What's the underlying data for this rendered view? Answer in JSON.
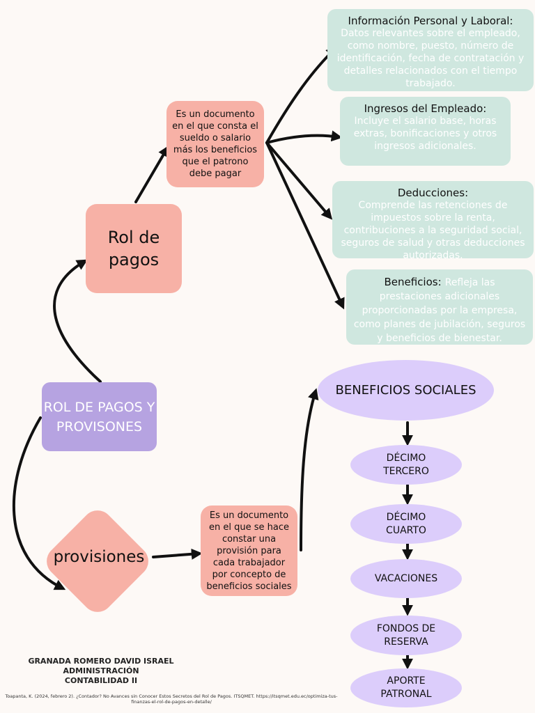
{
  "main": {
    "label": "ROL DE PAGOS Y PROVISONES"
  },
  "rol": {
    "label": "Rol de pagos",
    "definition": "Es un documento en el que consta el sueldo o salario más los beneficios que el patrono debe pagar"
  },
  "components": [
    {
      "title": "Información Personal y Laboral:",
      "text": "Datos relevantes sobre el empleado, como nombre, puesto, número de identificación, fecha de contratación y detalles relacionados con el tiempo trabajado."
    },
    {
      "title": "Ingresos del Empleado:",
      "text": "Incluye el salario base, horas extras, bonificaciones y otros ingresos adicionales."
    },
    {
      "title": "Deducciones:",
      "text": "Comprende las retenciones de impuestos sobre la renta, contribuciones a la seguridad social, seguros de salud y otras deducciones autorizadas."
    },
    {
      "title": "Beneficios:",
      "text": "Refleja las prestaciones adicionales proporcionadas por la empresa, como planes de jubilación, seguros y beneficios de bienestar."
    }
  ],
  "provisiones": {
    "label": "provisiones",
    "definition": "Es un documento en el que se hace constar una provisión para cada trabajador por concepto de beneficios sociales"
  },
  "beneficios_sociales": {
    "title": "BENEFICIOS SOCIALES",
    "items": [
      "DÉCIMO TERCERO",
      "DÉCIMO CUARTO",
      "VACACIONES",
      "FONDOS DE RESERVA",
      "APORTE PATRONAL"
    ]
  },
  "footer": {
    "name": "GRANADA ROMERO DAVID ISRAEL",
    "career": "ADMINISTRACIÓN",
    "subject": "CONTABILIDAD II"
  },
  "citation": "Toapanta, K. (2024, febrero 2). ¿Contador? No Avances sin Conocer Estos Secretos del Rol de Pagos. ITSQMET. https://itsqmet.edu.ec/optimiza-tus-finanzas-el-rol-de-pagos-en-detalle/"
}
